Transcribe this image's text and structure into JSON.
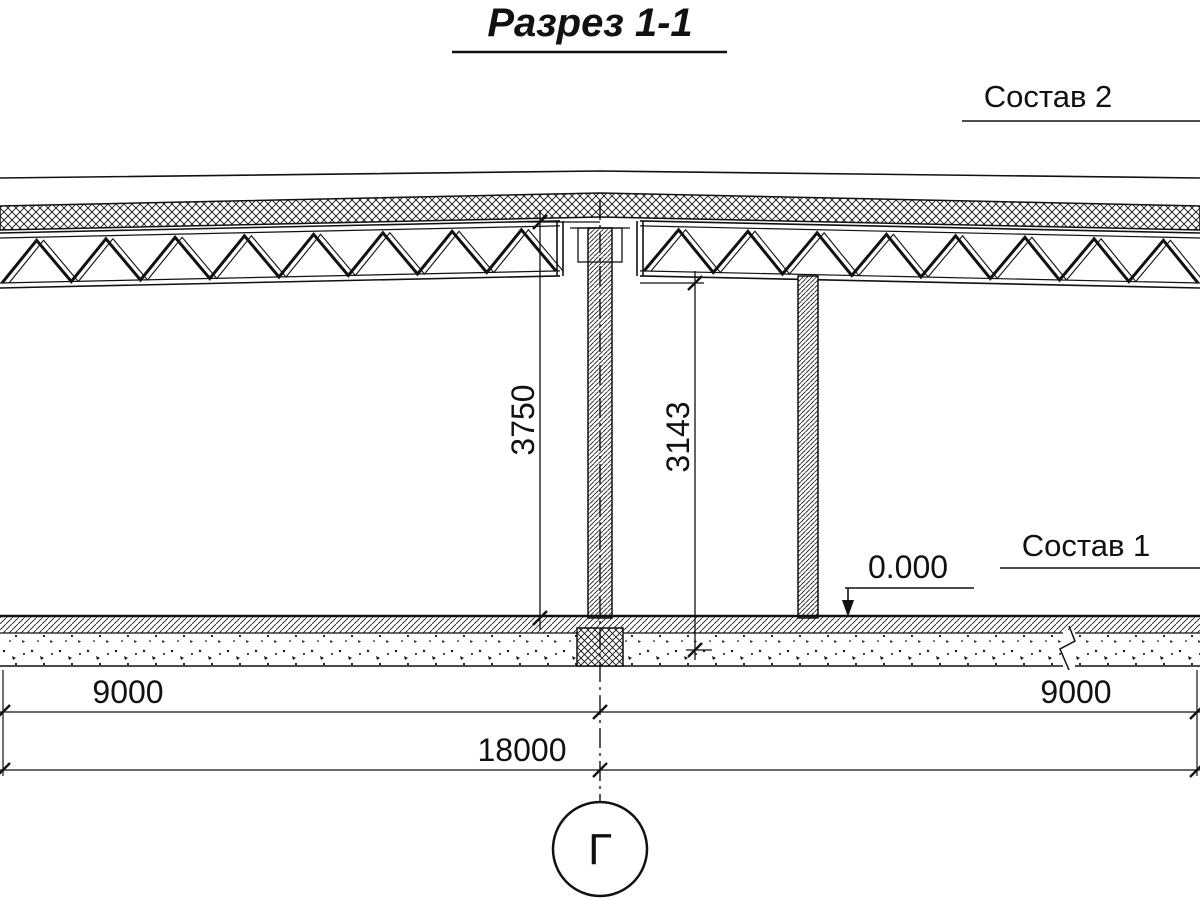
{
  "drawing": {
    "title": "Разрез 1-1",
    "callouts": {
      "sostav_2": "Состав 2",
      "sostav_1": "Состав 1",
      "elevation_zero": "0.000"
    },
    "dimensions": {
      "vertical_total": "3750",
      "vertical_clear": "3143",
      "span_left": "9000",
      "span_right": "9000",
      "span_total": "18000"
    },
    "axes": {
      "axis_label": "Г"
    },
    "colors": {
      "ink": "#111111",
      "background": "#ffffff"
    }
  }
}
